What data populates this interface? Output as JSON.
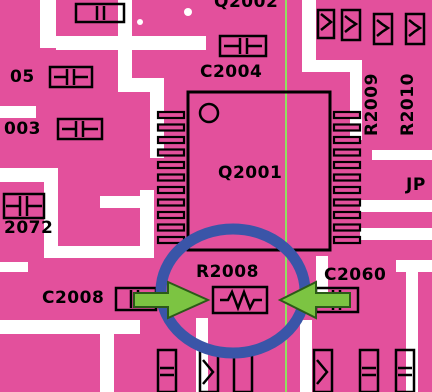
{
  "board": {
    "background_color": "#e3509c",
    "trace_color": "#ffffff",
    "ink_color": "#000000",
    "probe_line_color": "#90e060"
  },
  "labels": {
    "q2002": "Q2002",
    "c2004": "C2004",
    "r2009": "R2009",
    "r2010": "R2010",
    "c2005_partial": "05",
    "c2003_partial": "003",
    "q2001": "Q2001",
    "jp_partial": "JP",
    "c2072_partial": "2072",
    "r2008": "R2008",
    "c2060": "C2060",
    "c2008": "C2008"
  },
  "highlight": {
    "circle_color": "#3a55a8",
    "arrow_fill": "#7cc442",
    "arrow_outline": "#2b5a18",
    "target": "R2008"
  }
}
